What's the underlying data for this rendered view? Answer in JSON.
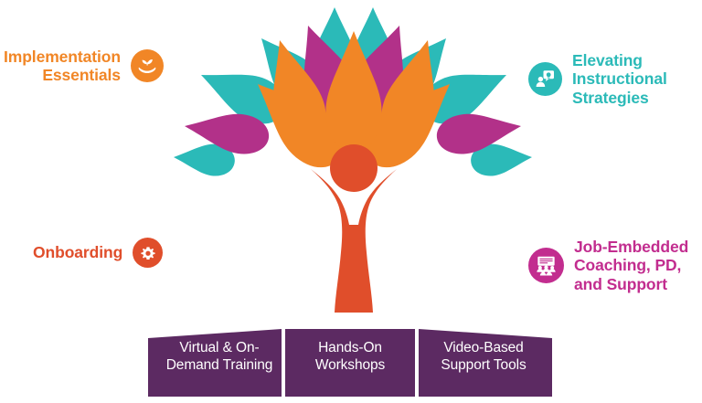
{
  "diagram": {
    "title": "Professional Learning Services Tree",
    "background_color": "#FFFFFF",
    "palette": {
      "orange": "#F18626",
      "red_orange": "#E04E2B",
      "teal": "#2BBAB8",
      "magenta": "#C22D8F",
      "purple": "#5C2A62"
    }
  },
  "labels": {
    "implementation": {
      "text": "Implementation\nEssentials",
      "color": "#F18626",
      "icon": "hand-holding-sprout-icon",
      "position": "top-left"
    },
    "onboarding": {
      "text": "Onboarding",
      "color": "#E04E2B",
      "icon": "gear-icon",
      "position": "bottom-left"
    },
    "elevating": {
      "text": "Elevating\nInstructional\nStrategies",
      "color": "#2BBAB8",
      "icon": "presenter-screen-icon",
      "position": "top-right"
    },
    "job_embedded": {
      "text": "Job-Embedded\nCoaching, PD,\nand Support",
      "color": "#C22D8F",
      "icon": "whiteboard-audience-icon",
      "position": "bottom-right"
    }
  },
  "bottom_bar": {
    "background_color": "#5C2A62",
    "text_color": "#FFFFFF",
    "segments": [
      {
        "label": "Virtual & On-\nDemand Training"
      },
      {
        "label": "Hands-On\nWorkshops"
      },
      {
        "label": "Video-Based\nSupport Tools"
      }
    ]
  },
  "tree": {
    "trunk_color": "#E04E2B",
    "head_color": "#E04E2B",
    "petals": [
      {
        "color": "#2BBAB8",
        "ring": "outer",
        "angle": -104
      },
      {
        "color": "#2BBAB8",
        "ring": "outer",
        "angle": -76
      },
      {
        "color": "#2BBAB8",
        "ring": "outer",
        "angle": -138
      },
      {
        "color": "#2BBAB8",
        "ring": "outer",
        "angle": -42
      },
      {
        "color": "#2BBAB8",
        "ring": "outer",
        "angle": -166
      },
      {
        "color": "#2BBAB8",
        "ring": "outer",
        "angle": -14
      },
      {
        "color": "#C22D8F",
        "ring": "middle",
        "angle": -126
      },
      {
        "color": "#C22D8F",
        "ring": "middle",
        "angle": -54
      },
      {
        "color": "#C22D8F",
        "ring": "middle",
        "angle": -172
      },
      {
        "color": "#C22D8F",
        "ring": "middle",
        "angle": -8
      },
      {
        "color": "#F18626",
        "ring": "inner",
        "angle": -90
      },
      {
        "color": "#F18626",
        "ring": "inner",
        "angle": -128
      },
      {
        "color": "#F18626",
        "ring": "inner",
        "angle": -52
      },
      {
        "color": "#F18626",
        "ring": "inner",
        "angle": -152
      },
      {
        "color": "#F18626",
        "ring": "inner",
        "angle": -28
      }
    ]
  }
}
